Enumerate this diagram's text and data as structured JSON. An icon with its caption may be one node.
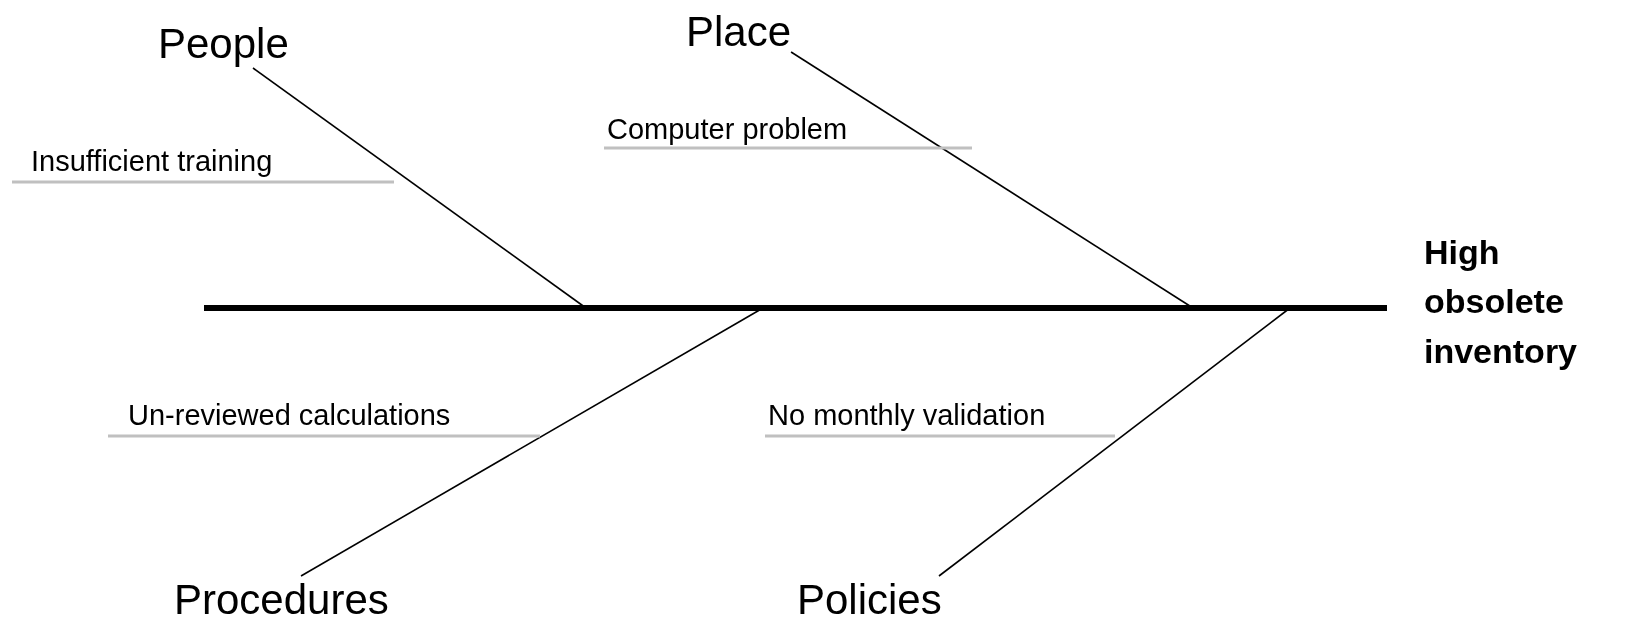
{
  "diagram": {
    "nodes": [
      {
        "text": [
          "High obsolete inventory"
        ]
      },
      {
        "text": [
          "People"
        ]
      },
      {
        "text": [
          "Place"
        ]
      },
      {
        "text": [
          "Procedures"
        ]
      },
      {
        "text": [
          "Policies"
        ]
      },
      {
        "text": [
          "Insufficient training"
        ]
      },
      {
        "text": [
          "Computer problem"
        ]
      },
      {
        "text": [
          "Un-reviewed calculations"
        ]
      },
      {
        "text": [
          "No monthly validation"
        ]
      }
    ],
    "edges": [
      {
        "from": null,
        "to": 0,
        "arrow": "none",
        "style": "thick"
      },
      {
        "from": 1,
        "to": null,
        "arrow": "none"
      },
      {
        "from": 2,
        "to": null,
        "arrow": "none"
      },
      {
        "from": 3,
        "to": null,
        "arrow": "none"
      },
      {
        "from": 4,
        "to": null,
        "arrow": "none"
      },
      {
        "from": 5,
        "to": null,
        "arrow": "none",
        "color": "#c0c0c0"
      },
      {
        "from": 6,
        "to": null,
        "arrow": "none",
        "color": "#c0c0c0"
      },
      {
        "from": 7,
        "to": null,
        "arrow": "none",
        "color": "#c0c0c0"
      },
      {
        "from": 8,
        "to": null,
        "arrow": "none",
        "color": "#c0c0c0"
      }
    ]
  }
}
